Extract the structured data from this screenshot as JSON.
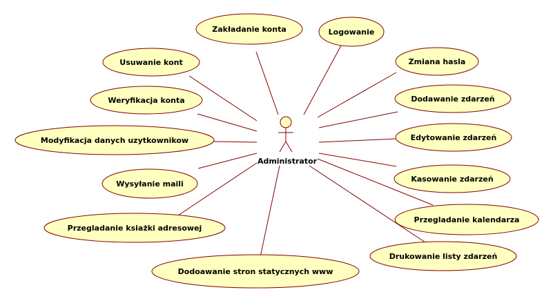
{
  "colors": {
    "usecase_fill": "#ffffc0",
    "usecase_stroke": "#800000",
    "line": "#800000",
    "actor_head_fill": "#ffffc0",
    "actor_stroke": "#800000"
  },
  "actor": {
    "name": "Administrator"
  },
  "use_cases": [
    {
      "label": "Zakładanie konta"
    },
    {
      "label": "Logowanie"
    },
    {
      "label": "Usuwanie kont"
    },
    {
      "label": "Zmiana hasla"
    },
    {
      "label": "Weryfikacja konta"
    },
    {
      "label": "Dodawanie zdarzeń"
    },
    {
      "label": "Modyfikacja danych uzytkownikow"
    },
    {
      "label": "Edytowanie zdarzeń"
    },
    {
      "label": "Wysyłanie maili"
    },
    {
      "label": "Kasowanie zdarzeń"
    },
    {
      "label": "Przegladanie kalendarza"
    },
    {
      "label": "Przegladanie ksiażki adresowej"
    },
    {
      "label": "Drukowanie listy zdarzeń"
    },
    {
      "label": "Dodoawanie stron statycznych www"
    }
  ]
}
